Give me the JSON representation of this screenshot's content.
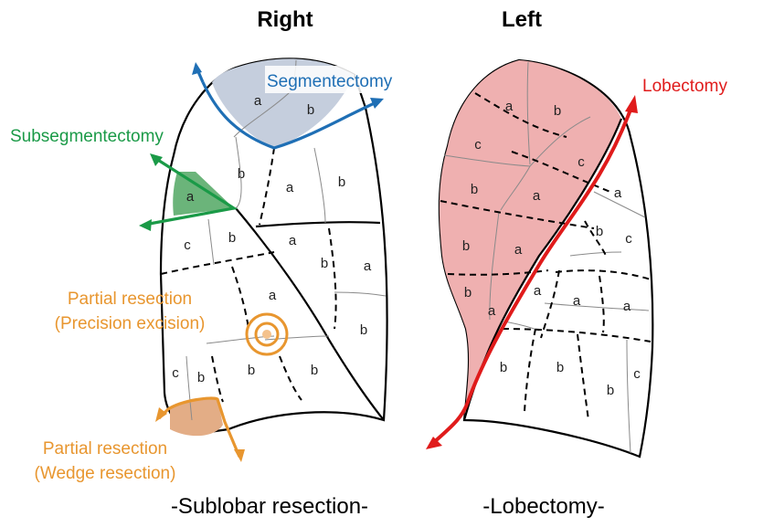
{
  "titles": {
    "right": "Right",
    "left": "Left"
  },
  "captions": {
    "right": "-Sublobar resection-",
    "left": "-Lobectomy-"
  },
  "procedures": {
    "segmentectomy": "Segmentectomy",
    "subsegmentectomy": "Subsegmentectomy",
    "partial_precision_1": "Partial resection",
    "partial_precision_2": "(Precision excision)",
    "partial_wedge_1": "Partial resection",
    "partial_wedge_2": "(Wedge resection)",
    "lobectomy": "Lobectomy"
  },
  "colors": {
    "segmentectomy": "#1f6fb5",
    "subsegmentectomy": "#1a9a47",
    "partial": "#e8962f",
    "lobectomy": "#e01b1b",
    "lobectomy_fill": "#efb0b0",
    "segment_fill": "#c5cedd",
    "subsegment_fill": "#6bb47a",
    "wedge_fill": "#e3ad86"
  },
  "segment_labels": {
    "right": [
      "a",
      "b",
      "b",
      "a",
      "b",
      "a",
      "c",
      "b",
      "a",
      "b",
      "a",
      "a",
      "b",
      "c",
      "b",
      "b",
      "b"
    ],
    "left": [
      "a",
      "b",
      "c",
      "c",
      "b",
      "a",
      "a",
      "b",
      "a",
      "b",
      "c",
      "b",
      "a",
      "a",
      "a",
      "a",
      "b",
      "b",
      "b",
      "c"
    ]
  }
}
